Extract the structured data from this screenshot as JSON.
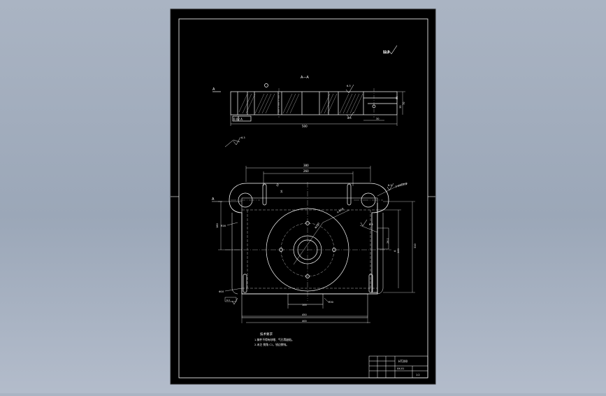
{
  "colors": {
    "background": "#a3aebf",
    "sheet": "#000000",
    "line": "#ffffff",
    "dashed": "#cfcfcf"
  },
  "section_view": {
    "title": "A—A",
    "label_left": "A",
    "overall_dim": "500",
    "frame_callout": "0.02 A",
    "right_dims": [
      "50",
      "35",
      "70"
    ],
    "bottom_right_dim": "30",
    "roughness_center": "6.3",
    "roughness_right": "6.3",
    "roughness_bottom": "6.3"
  },
  "plan_view": {
    "dim_top_outer": "380",
    "dim_top_inner": "260",
    "dim_bottom_inner": "450",
    "dim_bottom_outer": "400",
    "dim_slot": "100",
    "dim_left_height": "180",
    "dim_right_height": "310",
    "dim_right_inner": "140",
    "dim_right_box": "26.1",
    "label_a": "A",
    "hole_callout": "4-Φ18",
    "center_callout": "Φ150",
    "dim_angle": "30",
    "dim_r": "R30",
    "dim_left_small": "R16",
    "dim_left_bottom": "Φ10",
    "top_slot_left": "32",
    "top_slot_center": "16",
    "top_right_callout": "2-Φ40贯穿",
    "roughness_top": "6.3",
    "roughness_right": "6.3",
    "roughness_bottom": "6.3"
  },
  "corner_roughness": "12.5",
  "notes": {
    "heading": "技术要求",
    "line1": "1.铸件不得有砂眼、气孔等缺陷。",
    "line2": "2.未注 倒角 C1，锐边倒钝。"
  },
  "title_block": {
    "material": "HT200",
    "code": "XX-01",
    "scale": "1:2"
  }
}
